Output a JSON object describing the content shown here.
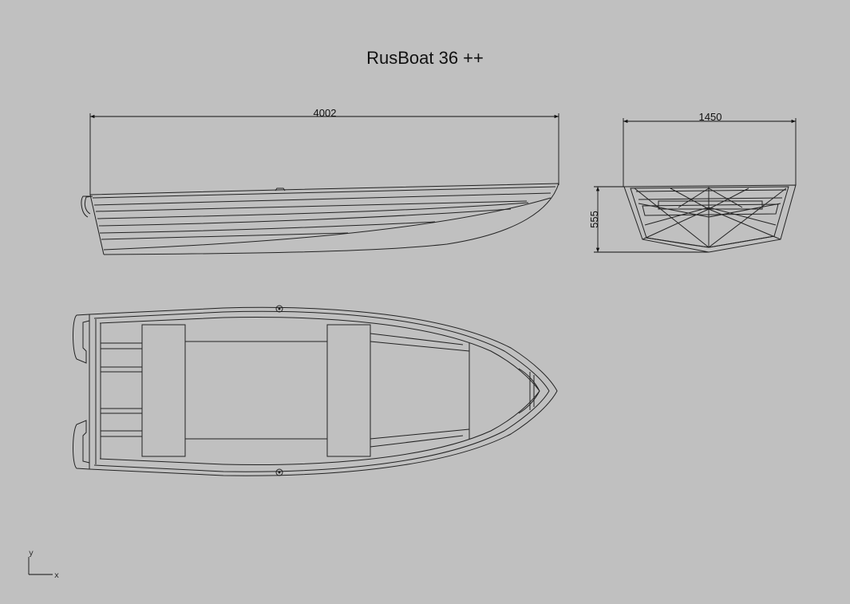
{
  "title": "RusBoat 36 ++",
  "dimensions": {
    "length": "4002",
    "beam": "1450",
    "height": "555"
  },
  "axis_indicator": {
    "y_label": "y",
    "x_label": "x"
  },
  "colors": {
    "background": "#c0c0c0",
    "line": "#222222"
  }
}
